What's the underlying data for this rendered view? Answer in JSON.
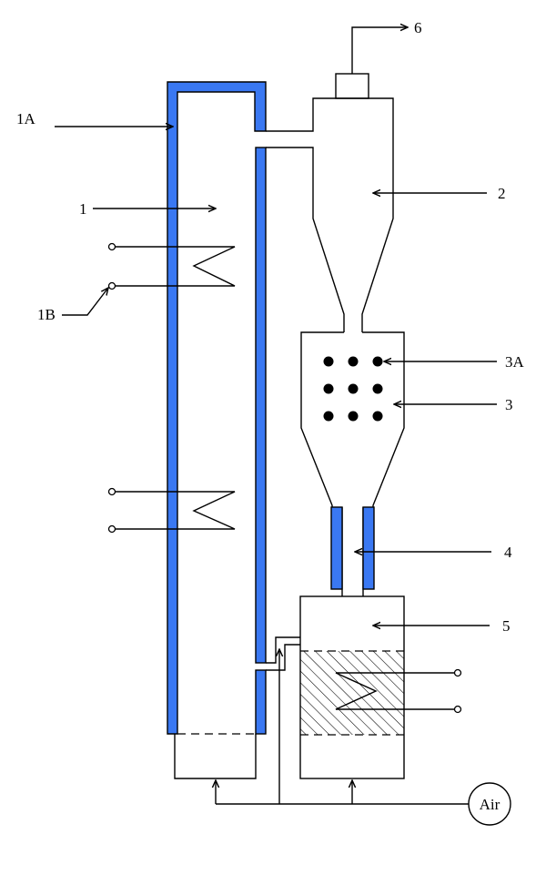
{
  "labels": {
    "l1A": "1A",
    "l1": "1",
    "l1B": "1B",
    "l2": "2",
    "l3A": "3A",
    "l3": "3",
    "l4": "4",
    "l5": "5",
    "l6": "6",
    "air": "Air"
  },
  "colors": {
    "wall": "#3a78f2",
    "line": "#000000"
  }
}
